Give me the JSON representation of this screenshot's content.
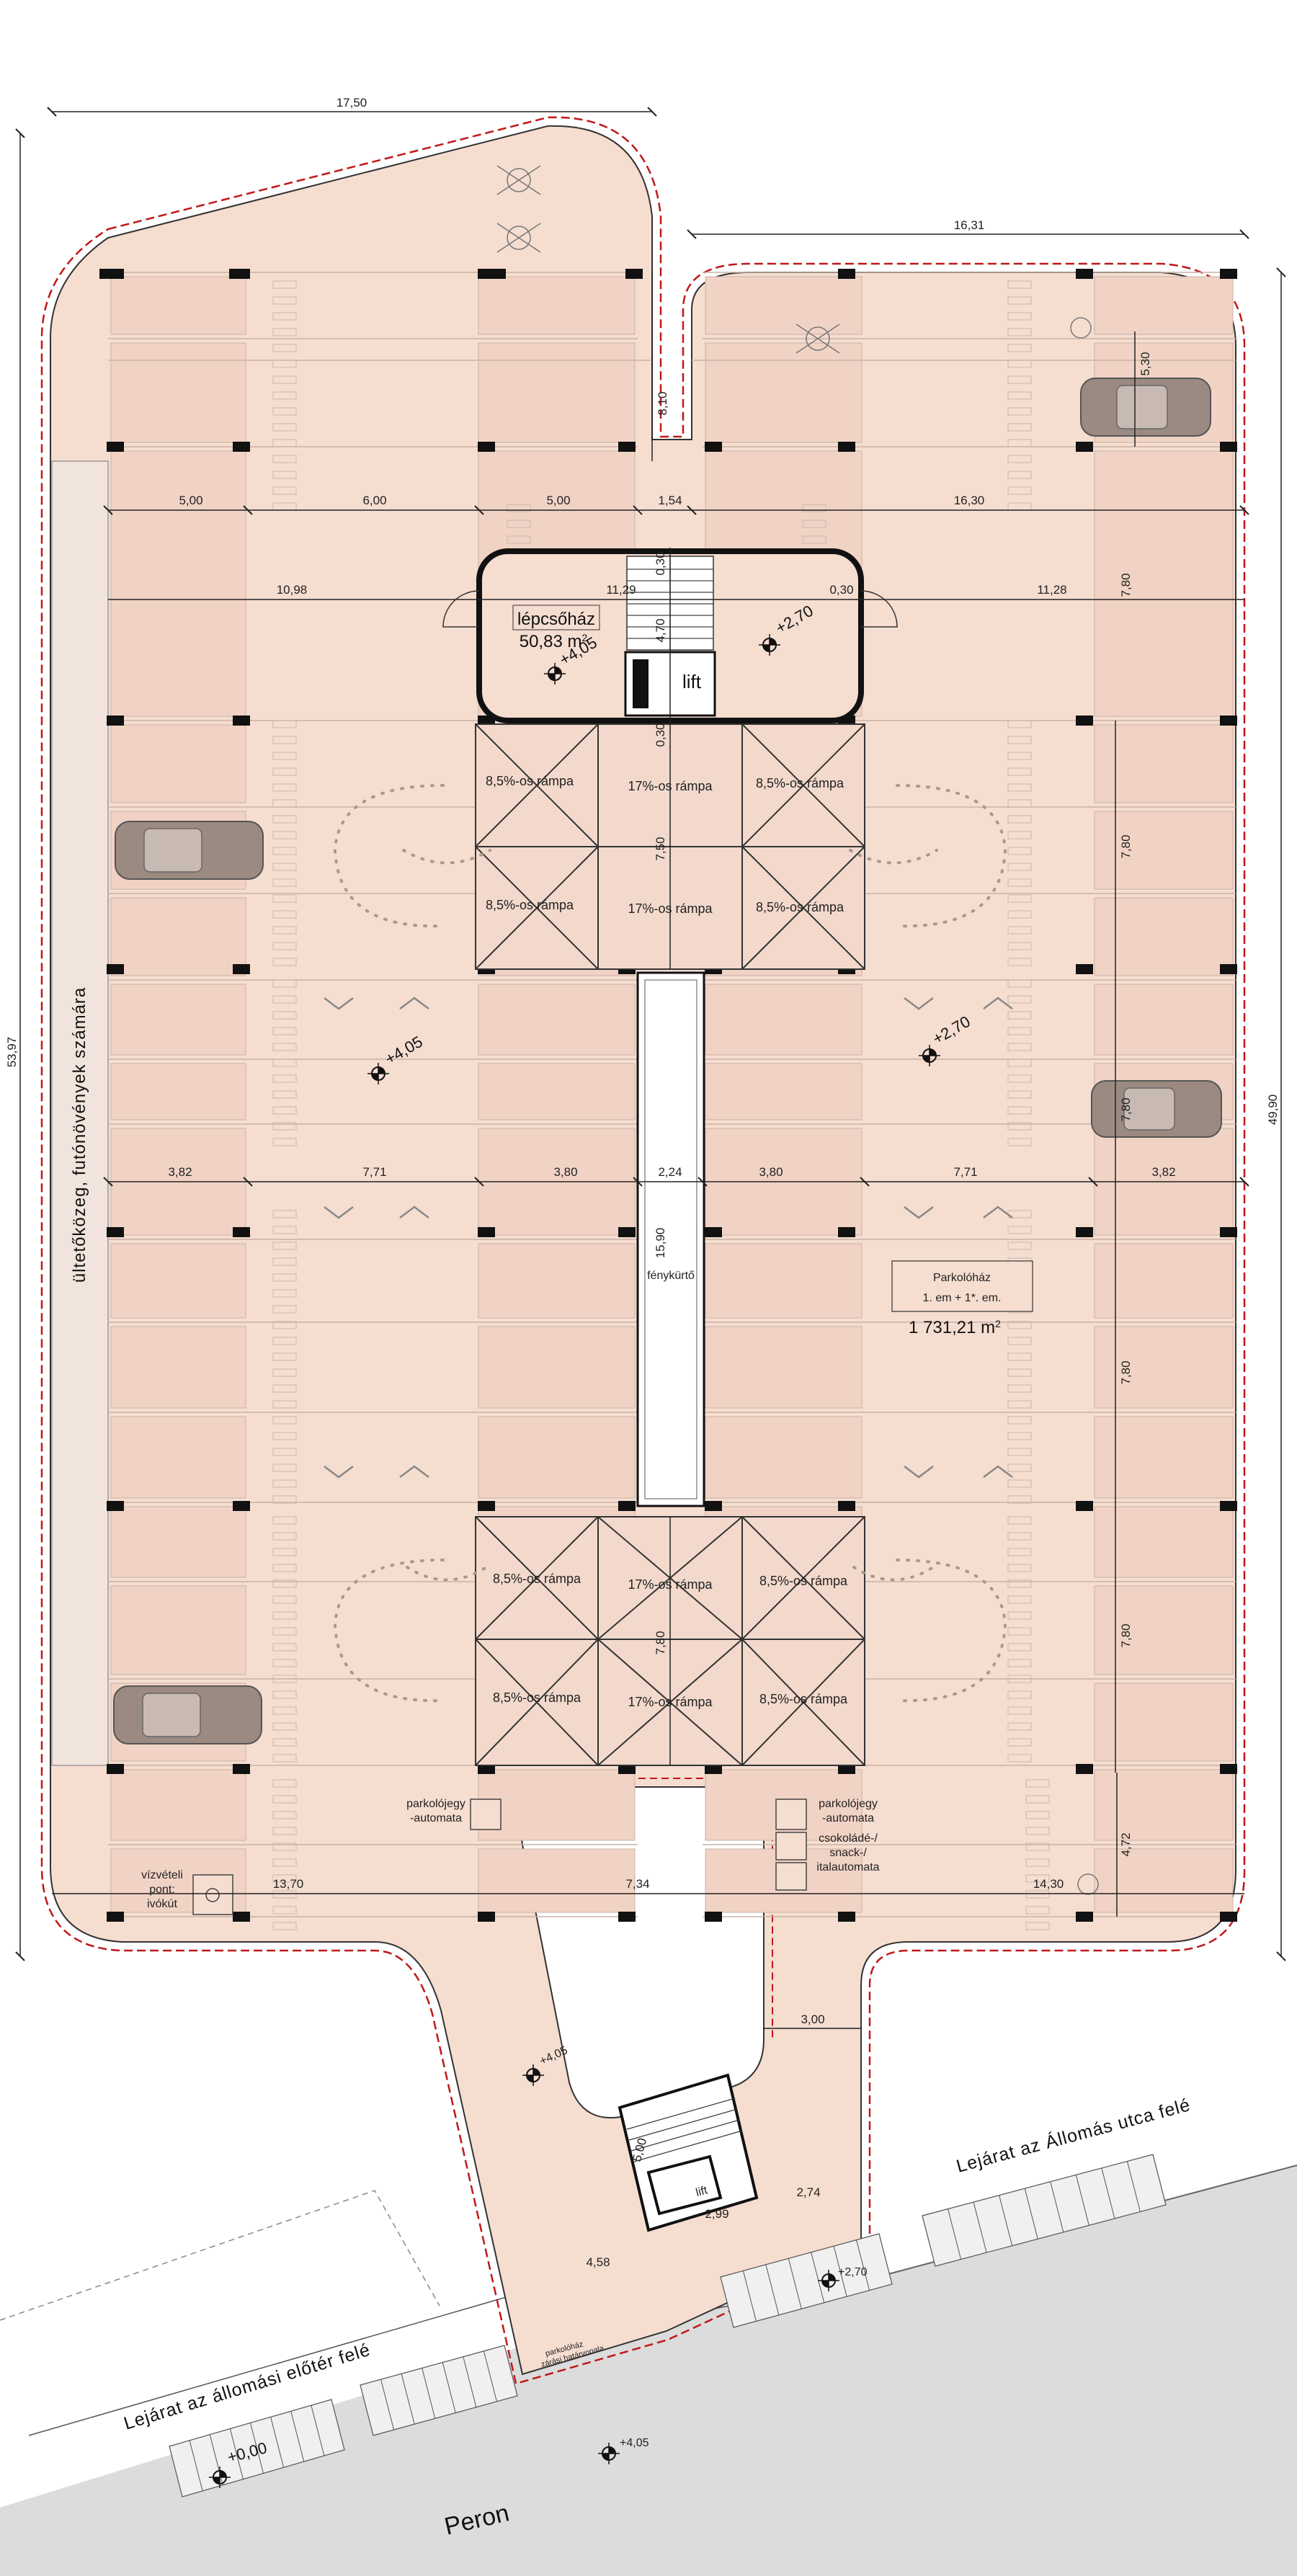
{
  "dimensions": {
    "top_width": "17,50",
    "right_top_width": "16,31",
    "left_height": "53,97",
    "right_height": "49,90",
    "row1": [
      "5,00",
      "6,00",
      "5,00",
      "1,54",
      "16,30"
    ],
    "row2": [
      "10,98",
      "11,29",
      "0,30",
      "11,28"
    ],
    "mid_row": [
      "3,82",
      "7,71",
      "3,80",
      "2,24",
      "3,80",
      "7,71",
      "3,82"
    ],
    "bottom_row": [
      "13,70",
      "7,34",
      "14,30"
    ],
    "vert_8_10": "8,10",
    "vert_5_30": "5,30",
    "vert_0_30_a": "0,30",
    "vert_4_70": "4,70",
    "vert_0_30_b": "0,30",
    "vert_7_50": "7,50",
    "vert_15_90": "15,90",
    "vert_7_80_mid": "7,80",
    "right_7_80": [
      "7,80",
      "7,80",
      "7,80",
      "7,80",
      "7,80"
    ],
    "right_4_72": "4,72",
    "neck_3_00": "3,00",
    "stair_5_00": "5,00",
    "stair_2_99": "2,99",
    "stair_2_74": "2,74",
    "stair_4_58": "4,58"
  },
  "rooms": {
    "stairwell_name": "lépcsőház",
    "stairwell_area": "50,83 m",
    "stairwell_area_sup": "2",
    "lift": "lift",
    "lift_lower": "lift",
    "lightwell": "fénykürtő",
    "garage_name_1": "Parkolóház",
    "garage_name_2": "1. em + 1*. em.",
    "garage_area": "1 731,21 m",
    "garage_area_sup": "2"
  },
  "ramps": {
    "upper": [
      "8,5%-os rámpa",
      "17%-os rámpa",
      "8,5%-os rámpa",
      "8,5%-os rámpa",
      "17%-os rámpa",
      "8,5%-os rámpa"
    ],
    "lower": [
      "8,5%-os rámpa",
      "17%-os rámpa",
      "8,5%-os rámpa",
      "8,5%-os rámpa",
      "17%-os rámpa",
      "8,5%-os rámpa"
    ]
  },
  "levels": {
    "stair_405": "+4,05",
    "stair_270": "+2,70",
    "left_405": "+4,05",
    "right_270": "+2,70",
    "walkway_405": "+4,05",
    "exit_270": "+2,70",
    "ground_000": "+0,00",
    "peron_405": "+4,05"
  },
  "labels": {
    "planter": "ültetőközeg, futónövények számára",
    "ticket_left_1": "parkolójegy",
    "ticket_left_2": "-automata",
    "ticket_right_1": "parkolójegy",
    "ticket_right_2": "-automata",
    "vending_1": "csokoládé-/",
    "vending_2": "snack-/",
    "vending_3": "italautomata",
    "water_1": "vízvételi",
    "water_2": "pont:",
    "water_3": "ivókút",
    "closing_1": "parkolóház",
    "closing_2": "zárási határvonala",
    "exit_left": "Lejárat az állomási előtér felé",
    "exit_right": "Lejárat az Állomás utca felé",
    "peron": "Peron"
  },
  "colors": {
    "floor_fill": "#f5ddd0",
    "outline_red": "#c01818",
    "wall": "#111111",
    "column": "#111111",
    "ground": "#dcdcdc",
    "stall_line": "#c9b2a6"
  }
}
